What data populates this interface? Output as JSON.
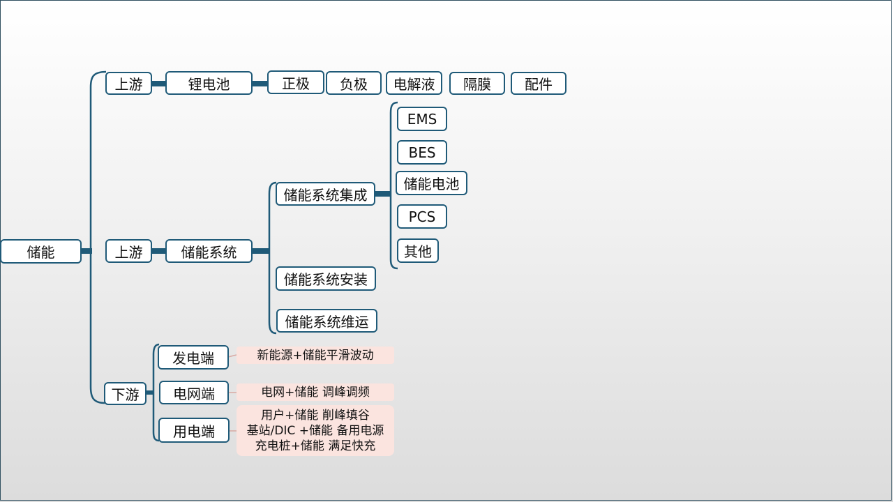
{
  "root": "储能",
  "upstream1": {
    "label": "上游",
    "child": "锂电池",
    "materials": [
      "正极",
      "负极",
      "电解液",
      "隔膜",
      "配件"
    ]
  },
  "upstream2": {
    "label": "上游",
    "child": "储能系统",
    "subs": [
      "储能系统集成",
      "储能系统安装",
      "储能系统维运"
    ],
    "integration_parts": [
      "EMS",
      "BES",
      "储能电池",
      "PCS",
      "其他"
    ]
  },
  "downstream": {
    "label": "下游",
    "ends": [
      "发电端",
      "电网端",
      "用电端"
    ],
    "notes": {
      "generation": "新能源+储能平滑波动",
      "grid": "电网+储能 调峰调频",
      "consumer": [
        "用户+储能 削峰填谷",
        "基站/DIC +储能 备用电源",
        "充电桩+储能 满足快充"
      ]
    }
  },
  "colors": {
    "connector": "#1f5a78",
    "node_border": "#1f5a78",
    "note_fill": "#fbe4df"
  }
}
